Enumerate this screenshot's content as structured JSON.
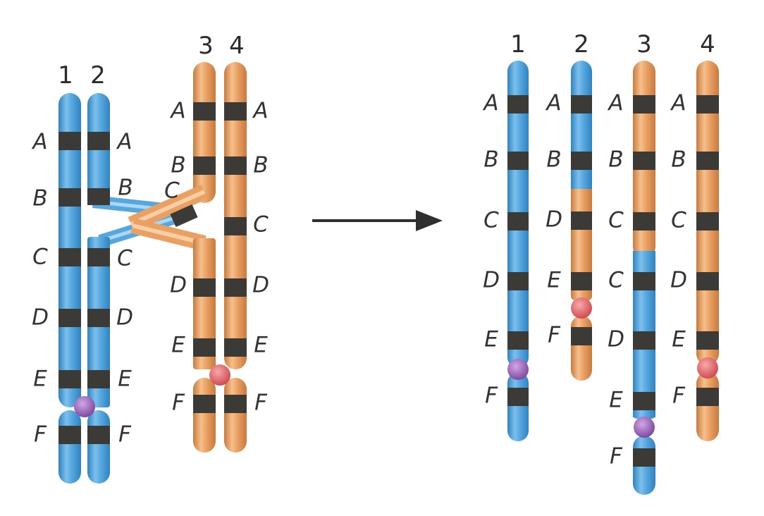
{
  "colors": {
    "blue": "#56a7de",
    "blue_dark": "#2f83c0",
    "orange": "#eaa063",
    "orange_dark": "#c97a3d",
    "band": "#3b3a36",
    "centromere_purple": "#9b65b8",
    "centromere_red": "#e46b6f",
    "arrow": "#2f2f2f"
  },
  "before": {
    "chromosomes": [
      {
        "number": "1",
        "color": "blue",
        "genes": [
          "A",
          "B",
          "C",
          "D",
          "E",
          "F"
        ]
      },
      {
        "number": "2",
        "color": "blue",
        "genes": [
          "A",
          "B",
          "C",
          "D",
          "E",
          "F"
        ]
      },
      {
        "number": "3",
        "color": "orange",
        "genes": [
          "A",
          "B",
          "C",
          "D",
          "E",
          "F"
        ]
      },
      {
        "number": "4",
        "color": "orange",
        "genes": [
          "A",
          "B",
          "C",
          "D",
          "E",
          "F"
        ]
      }
    ],
    "event": "crossover between chromatid 2 and chromatid 3"
  },
  "after": {
    "chromosomes": [
      {
        "number": "1",
        "genes": [
          "A",
          "B",
          "C",
          "D",
          "E",
          "F"
        ]
      },
      {
        "number": "2",
        "genes": [
          "A",
          "B",
          "D",
          "E",
          "F"
        ]
      },
      {
        "number": "3",
        "genes": [
          "A",
          "B",
          "C",
          "C",
          "D",
          "E",
          "F"
        ]
      },
      {
        "number": "4",
        "genes": [
          "A",
          "B",
          "C",
          "D",
          "E",
          "F"
        ]
      }
    ]
  }
}
